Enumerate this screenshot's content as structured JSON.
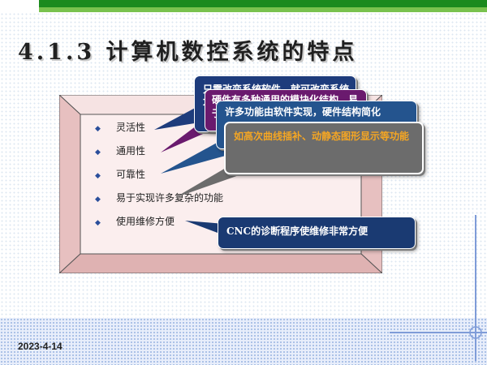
{
  "slide": {
    "title": "4.1.3 计算机数控系统的特点",
    "date": "2023-4-14"
  },
  "features": [
    {
      "label": "灵活性"
    },
    {
      "label": "通用性"
    },
    {
      "label": "可靠性"
    },
    {
      "label": "易于实现许多复杂的功能"
    },
    {
      "label": "使用维修方便"
    }
  ],
  "callouts": {
    "c1": "只需改变系统软件，就可改变系统功能",
    "c2": "硬件有多种通用的模块化结构，易于扩展",
    "c3": "许多功能由软件实现，硬件结构简化",
    "c4": "如高次曲线插补、动静态图形显示等功能",
    "c5": "CNC的诊断程序使维修非常方便"
  },
  "colors": {
    "dark_green": "#1b8a1e",
    "light_green": "#79c24e",
    "frame_pink": "#f2d5d5",
    "callout_orange": "#f5a623"
  }
}
